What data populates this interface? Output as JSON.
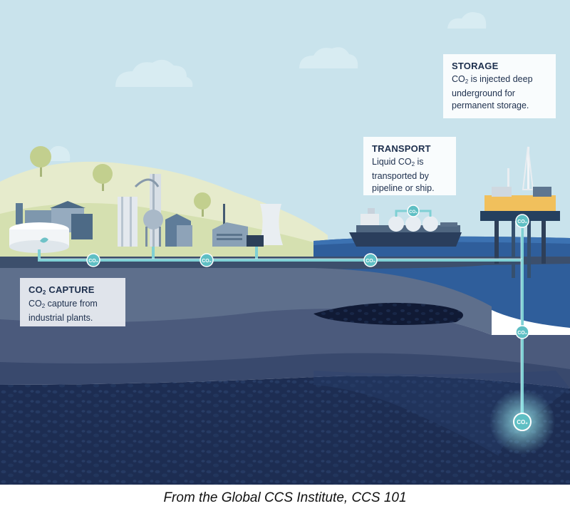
{
  "storage": {
    "title": "STORAGE",
    "desc_line1_pre": "CO",
    "desc_line1_sub": "2",
    "desc_line1_post": " is injected deep",
    "desc_line2": "underground for",
    "desc_line3": "permanent storage."
  },
  "transport": {
    "title": "TRANSPORT",
    "desc_line1_pre": "Liquid CO",
    "desc_line1_sub": "2",
    "desc_line1_post": " is",
    "desc_line2": "transported by",
    "desc_line3": "pipeline or ship."
  },
  "capture": {
    "title_pre": "CO",
    "title_sub": "2",
    "title_post": " CAPTURE",
    "desc_line1_pre": "CO",
    "desc_line1_sub": "2",
    "desc_line1_post": " capture from",
    "desc_line2": "industrial plants."
  },
  "pipeline_tags": {
    "capture_1": "CO₂",
    "capture_2": "CO₂",
    "transport": "CO₂",
    "ship": "CO₂",
    "platform": "CO₂",
    "well": "CO₂",
    "storage": "CO₂"
  },
  "caption": "From the Global CCS Institute, CCS 101",
  "colors": {
    "sky": "#c9e3ec",
    "pipeline": "#7fd0d4",
    "sea": "#2f5e9b",
    "deep_rock": "#1c2d52",
    "text": "#1d2f4d"
  }
}
